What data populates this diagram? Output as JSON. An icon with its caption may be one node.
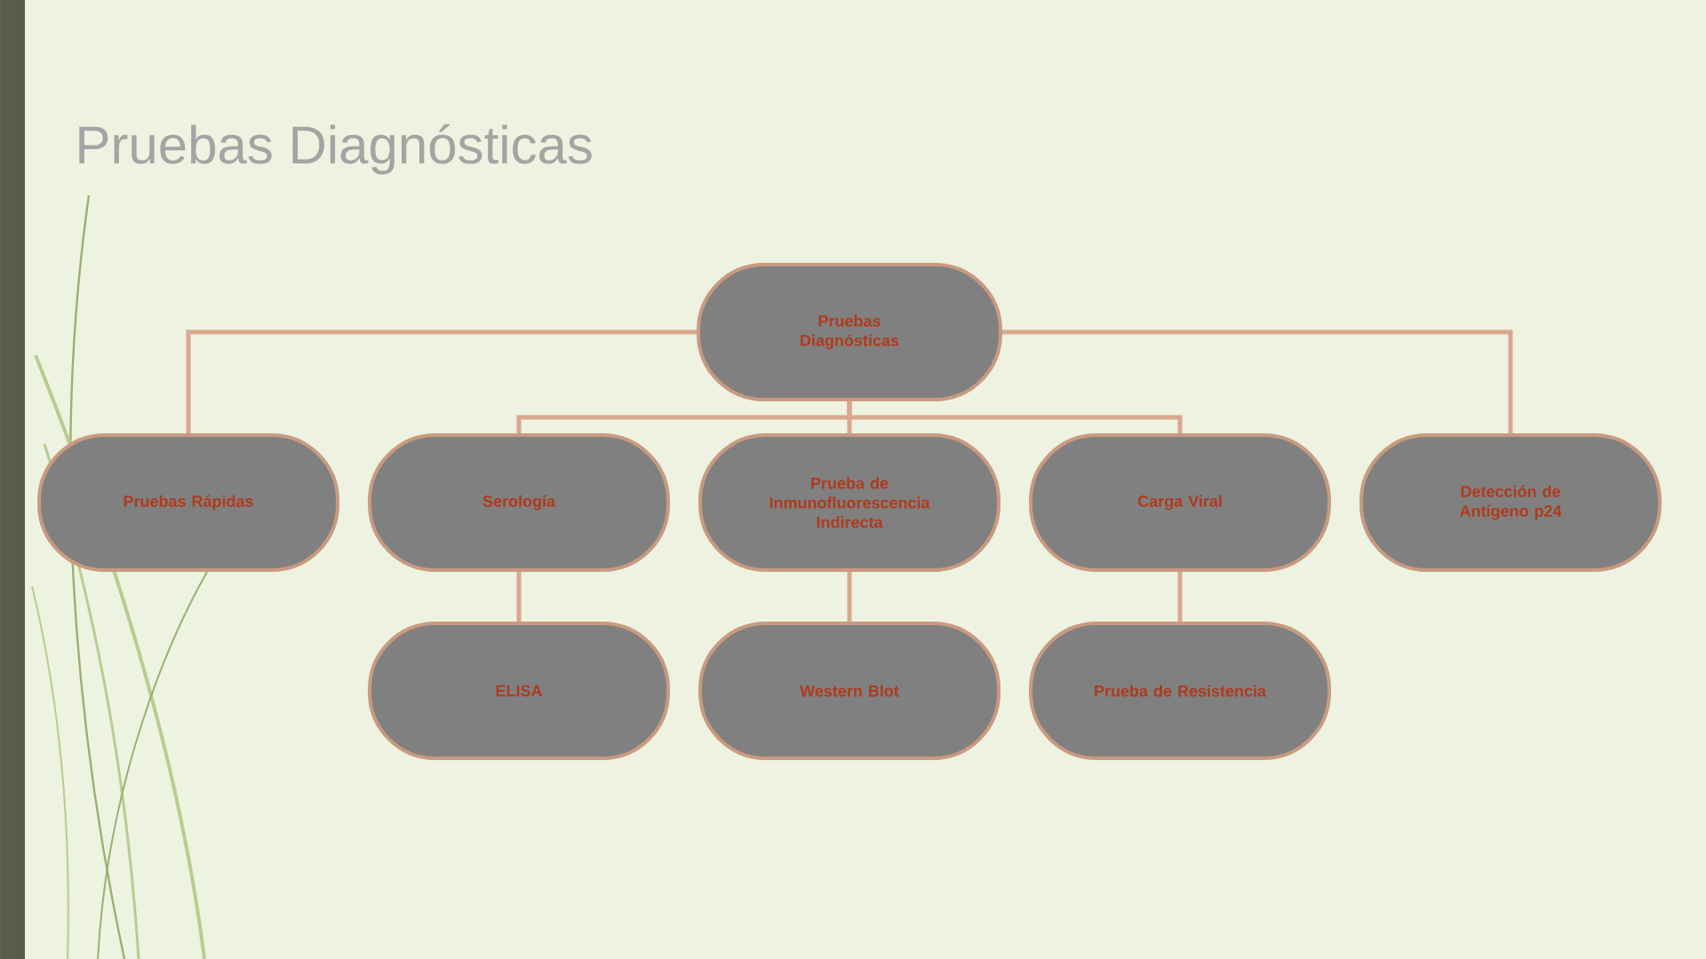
{
  "diagram": {
    "title": "Pruebas Diagnósticas",
    "nodes": [
      {
        "text": [
          "Pruebas Diagnósticas"
        ]
      },
      {
        "text": [
          "Pruebas Rápidas"
        ]
      },
      {
        "text": [
          "Serología"
        ]
      },
      {
        "text": [
          "Prueba de Inmunofluorescencia Indirecta"
        ]
      },
      {
        "text": [
          "Carga Viral"
        ]
      },
      {
        "text": [
          "Detección de Antígeno p24"
        ]
      },
      {
        "text": [
          "ELISA"
        ]
      },
      {
        "text": [
          "Western Blot"
        ]
      },
      {
        "text": [
          "Prueba de Resistencia"
        ]
      }
    ],
    "edges": [
      {
        "from": 0,
        "to": 1,
        "arrow": "none"
      },
      {
        "from": 0,
        "to": 2,
        "arrow": "none"
      },
      {
        "from": 0,
        "to": 3,
        "arrow": "none"
      },
      {
        "from": 0,
        "to": 4,
        "arrow": "none"
      },
      {
        "from": 0,
        "to": 5,
        "arrow": "none"
      },
      {
        "from": 2,
        "to": 6,
        "arrow": "none"
      },
      {
        "from": 3,
        "to": 7,
        "arrow": "none"
      },
      {
        "from": 4,
        "to": 8,
        "arrow": "none"
      }
    ]
  }
}
